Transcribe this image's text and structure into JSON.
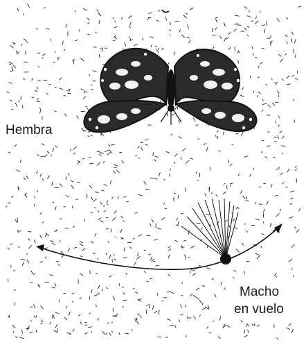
{
  "labels": {
    "female": "Hembra",
    "male_line1": "Macho",
    "male_line2": "en vuelo"
  },
  "colors": {
    "ink": "#1a1a1a",
    "background": "#ffffff"
  },
  "icons": {
    "female": "butterfly-icon",
    "male": "flying-male-moth-icon"
  }
}
